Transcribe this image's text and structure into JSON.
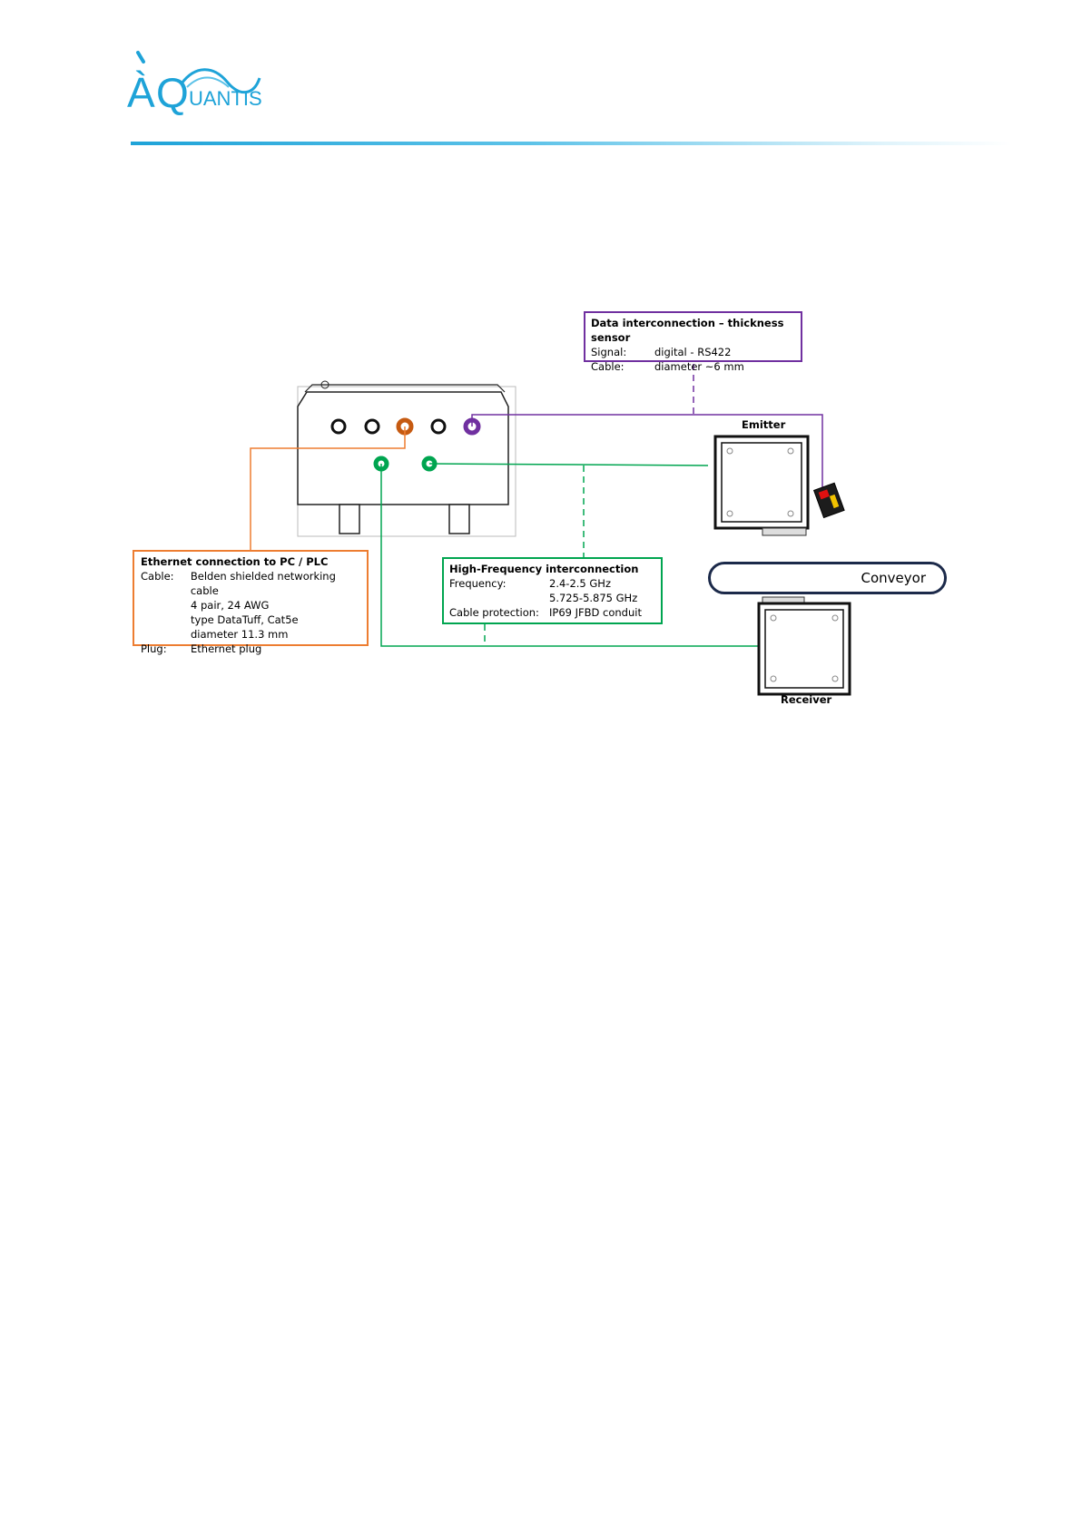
{
  "brand": {
    "logo_text_a": "À",
    "logo_text_q": "Q",
    "logo_text_rest": "UANTIS",
    "accent_color": "#1ea3d8"
  },
  "diagram": {
    "data_box": {
      "title": "Data interconnection – thickness sensor",
      "rows": [
        {
          "key": "Signal:",
          "value": "digital - RS422"
        },
        {
          "key": "Cable:",
          "value": "diameter ~6 mm"
        }
      ],
      "color": "#7030a0"
    },
    "ethernet_box": {
      "title": "Ethernet connection to PC / PLC",
      "rows": [
        {
          "key": "Cable:",
          "value": "Belden shielded networking cable"
        },
        {
          "key": "",
          "value": "4 pair, 24 AWG"
        },
        {
          "key": "",
          "value": "type DataTuff, Cat5e"
        },
        {
          "key": "",
          "value": "diameter 11.3 mm"
        },
        {
          "key": "Plug:",
          "value": "Ethernet plug"
        }
      ],
      "color": "#ed7d31"
    },
    "hf_box": {
      "title": "High-Frequency interconnection",
      "rows": [
        {
          "key": "Frequency:",
          "value": "2.4-2.5 GHz"
        },
        {
          "key": "",
          "value": "5.725-5.875 GHz"
        },
        {
          "key": "Cable protection:",
          "value": "IP69 JFBD conduit"
        }
      ],
      "color": "#00a550"
    },
    "emitter_label": "Emitter",
    "receiver_label": "Receiver",
    "conveyor_label": "Conveyor"
  }
}
